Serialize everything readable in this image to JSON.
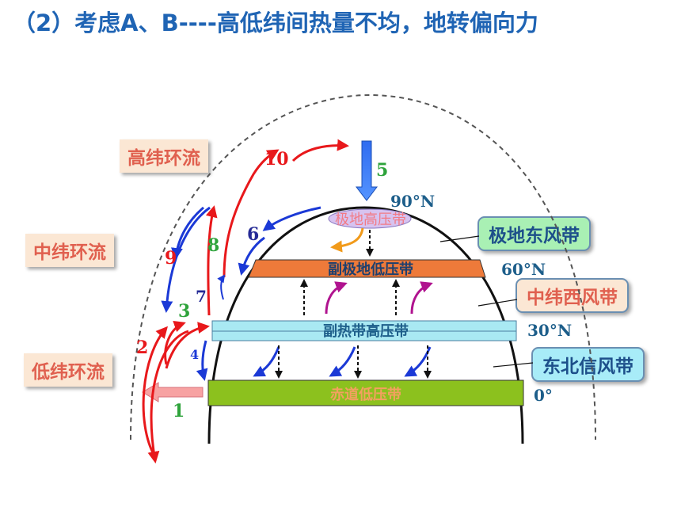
{
  "title": "（2）考虑A、B----高低纬间热量不均，地转偏向力",
  "circulation_labels": {
    "high": "高纬环流",
    "mid": "中纬环流",
    "low": "低纬环流"
  },
  "wind_belts": {
    "polar_east": "极地东风带",
    "mid_west": "中纬西风带",
    "ne_trade": "东北信风带"
  },
  "pressure_belts": {
    "polar_high": "极地高压带",
    "subpolar_low": "副极地低压带",
    "subtropical_high": "副热带高压带",
    "equatorial_low": "赤道低压带"
  },
  "latitudes": {
    "lat90": "90°N",
    "lat60": "60°N",
    "lat30": "30°N",
    "lat0": "0°"
  },
  "numbers": {
    "n1": "1",
    "n2": "2",
    "n3": "3",
    "n4": "4",
    "n5": "5",
    "n6": "6",
    "n7": "7",
    "n8": "8",
    "n9": "9",
    "n10": "10"
  },
  "colors": {
    "title": "#1f64b4",
    "red_arrow": "#e8181b",
    "blue_arrow": "#1b39d6",
    "green_number": "#2ea33b",
    "equatorial_band": "#8cc11e",
    "subtropical_band": "#a9e9f3",
    "subpolar_band": "#ee7a3a"
  }
}
